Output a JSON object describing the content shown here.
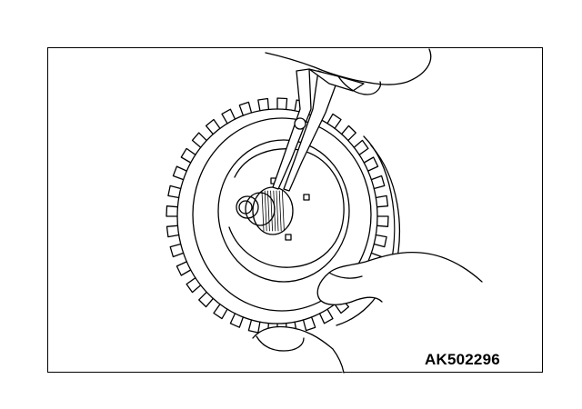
{
  "figure": {
    "code": "AK502296",
    "line_color": "#000000",
    "background_color": "#ffffff"
  },
  "illustration": {
    "subject": "clutch-drum-assembly",
    "tool": "snap-ring-pliers",
    "hands": [
      "upper-hand",
      "lower-right-hand",
      "bottom-hand"
    ]
  }
}
